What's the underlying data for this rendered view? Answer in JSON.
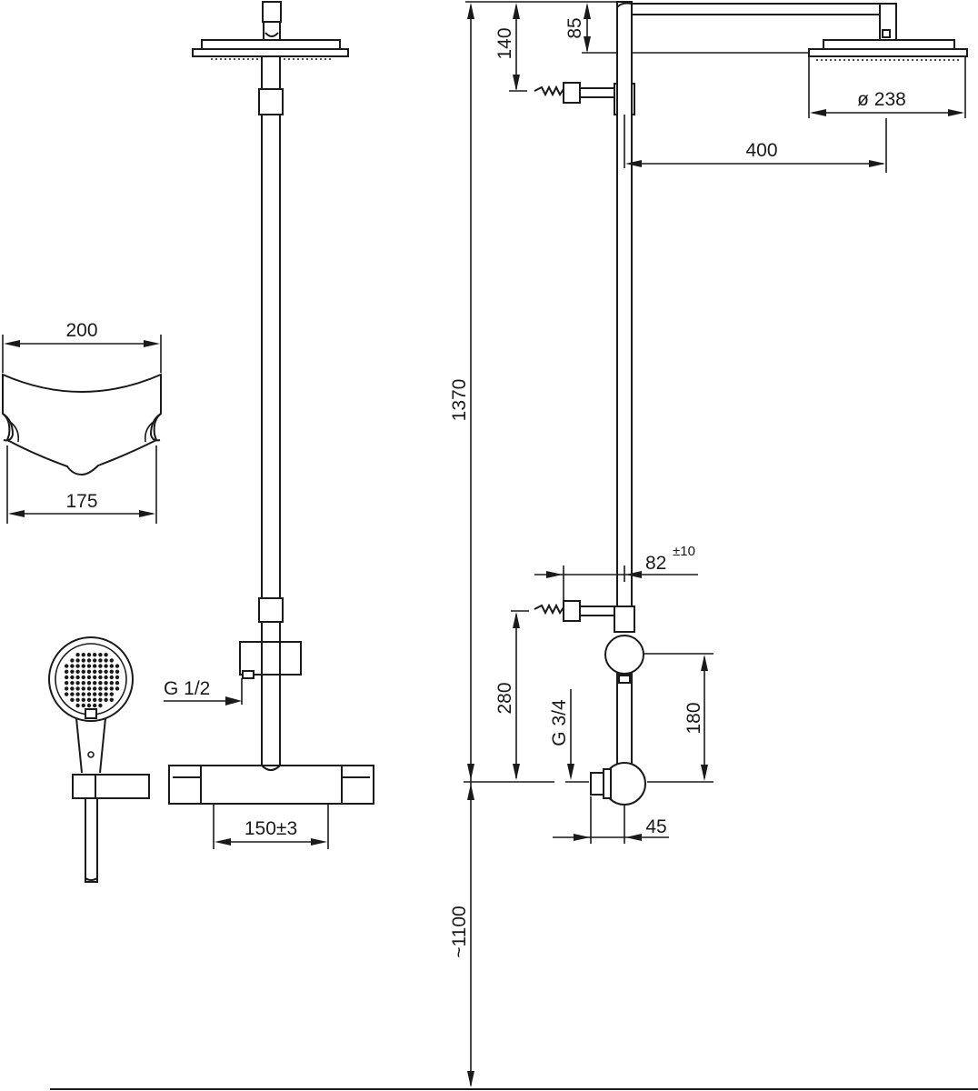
{
  "labels": {
    "handle_width": "200",
    "handle_base_width": "175",
    "inlet_g12": "G 1/2",
    "thermostat_centers": "150±3",
    "total_height": "1370",
    "mount_height": "~1100",
    "top_offset": "140",
    "arm_thickness": "85",
    "head_diameter": "ø 238",
    "arm_projection": "400",
    "wall_offset_base": "82",
    "wall_offset_tol": "±10",
    "lower_bracket_height": "280",
    "inlet_g34": "G 3/4",
    "thermostat_height": "180",
    "inlet_offset": "45"
  }
}
